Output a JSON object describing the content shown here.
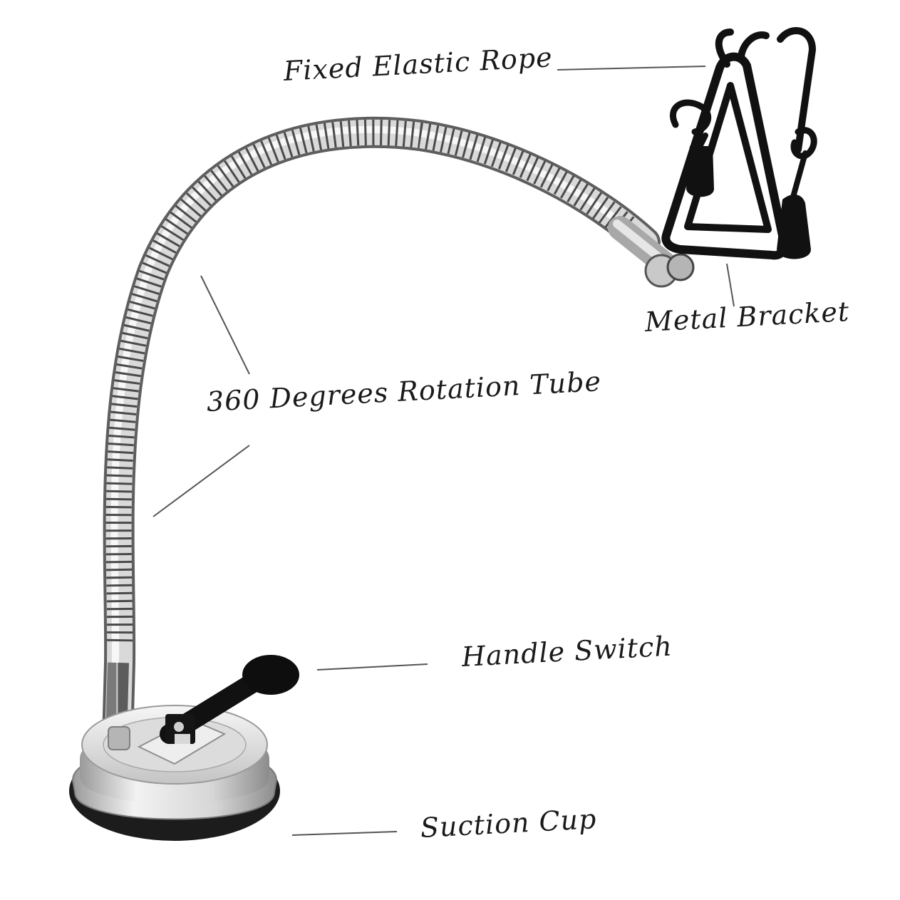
{
  "labels": {
    "fixed_elastic_rope": "Fixed Elastic Rope",
    "metal_bracket": "Metal Bracket",
    "rotation_tube": "360 Degrees Rotation Tube",
    "handle_switch": "Handle Switch",
    "suction_cup": "Suction Cup"
  },
  "colors": {
    "background": "#ffffff",
    "label_text": "#1a1a1a",
    "leader_line": "#555555",
    "chrome_light": "#e8e8e8",
    "chrome_dark": "#6e6e6e",
    "bracket_black": "#111111",
    "rubber_ring": "#1c1c1c"
  }
}
